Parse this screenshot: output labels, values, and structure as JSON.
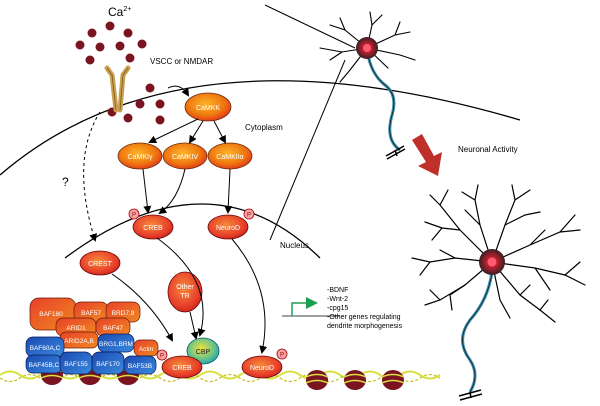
{
  "labels": {
    "calcium": "Ca",
    "calcium_sup": "2+",
    "channel": "VSCC or NMDAR",
    "cytoplasm": "Cytoplasm",
    "nucleus": "Nucleus",
    "question": "?",
    "neuronal_activity": "Neuronal Activity",
    "phospho": "P"
  },
  "proteins": {
    "camkk": "CaMKK",
    "camki_gamma": "CaMKIγ",
    "camkiv": "CaMKIV",
    "camkii_alpha": "CaMKIIα",
    "creb_upper": "CREB",
    "neurod_upper": "NeuroD",
    "crest": "CREST",
    "other_tr_1": "Other",
    "other_tr_2": "TR",
    "cbp": "CBP",
    "creb_lower": "CREB",
    "neurod_lower": "NeuroD"
  },
  "baf_complex": {
    "baf180": "BAF180",
    "baf57": "BAF57",
    "brd79": "BRD7,9",
    "arid1": "ARID1",
    "baf47": "BAF47",
    "arid2ab": "ARID2A,B",
    "baf60abc": "BAF60A,C",
    "brg1brm": "BRG1,BRM",
    "actin": "Actin",
    "baf45bc": "BAF45B,C",
    "baf155": "BAF155",
    "baf170": "BAF170",
    "baf53b": "BAF53B"
  },
  "target_genes": [
    "-BDNF",
    "-Wnt-2",
    "-cpg15",
    "-Other genes regulating",
    "dendrite morphogenesis"
  ],
  "colors": {
    "ca_ion": "#7a1420",
    "channel": "#c8a050",
    "kinase_fill": "#f07a10",
    "kinase_dark": "#e0301a",
    "baf_red": "#e8402a",
    "baf_orange": "#f08a20",
    "baf_blue": "#2a6ad0",
    "cbp_center": "#f0e040",
    "cbp_edge": "#1aa0b8",
    "phospho": "#f2a6a6",
    "neuron_blue": "#3a8aa8",
    "green_arrow": "#1aa050",
    "red_arrow": "#c0302a",
    "dna": "#d8e040"
  }
}
